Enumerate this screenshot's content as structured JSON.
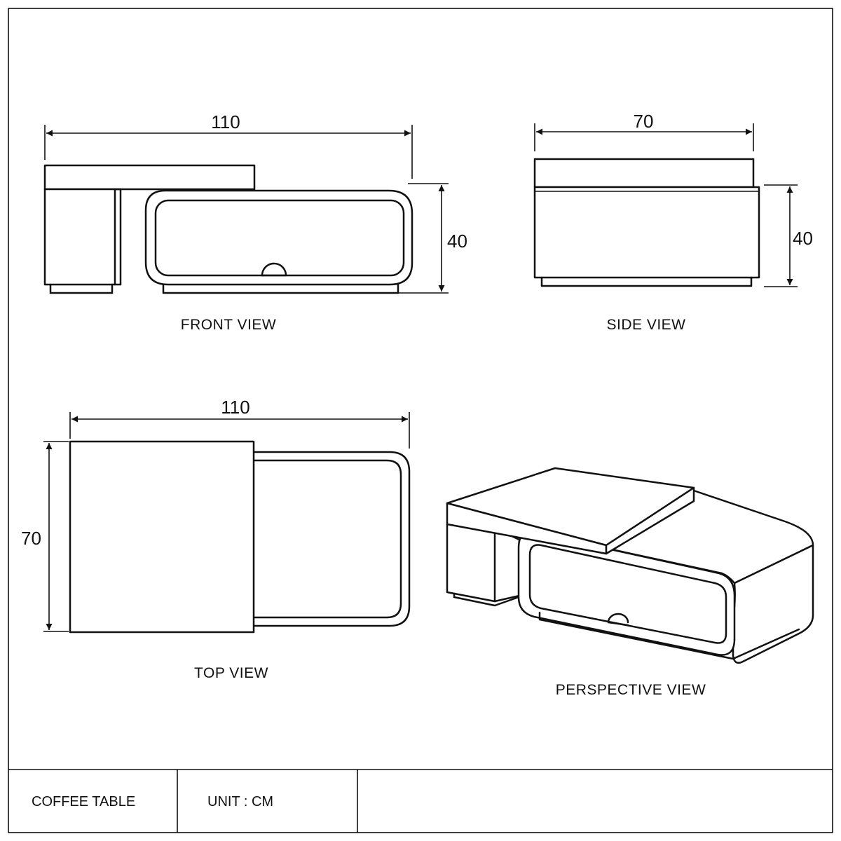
{
  "dimensions": {
    "front_width": "110",
    "front_height": "40",
    "side_width": "70",
    "side_height": "40",
    "top_width": "110",
    "top_depth": "70"
  },
  "views": {
    "front": "FRONT  VIEW",
    "side": "SIDE  VIEW",
    "top": "TOP  VIEW",
    "perspective": "PERSPECTIVE  VIEW"
  },
  "title_block": {
    "name": "COFFEE  TABLE",
    "unit": "UNIT : CM",
    "extra": ""
  }
}
